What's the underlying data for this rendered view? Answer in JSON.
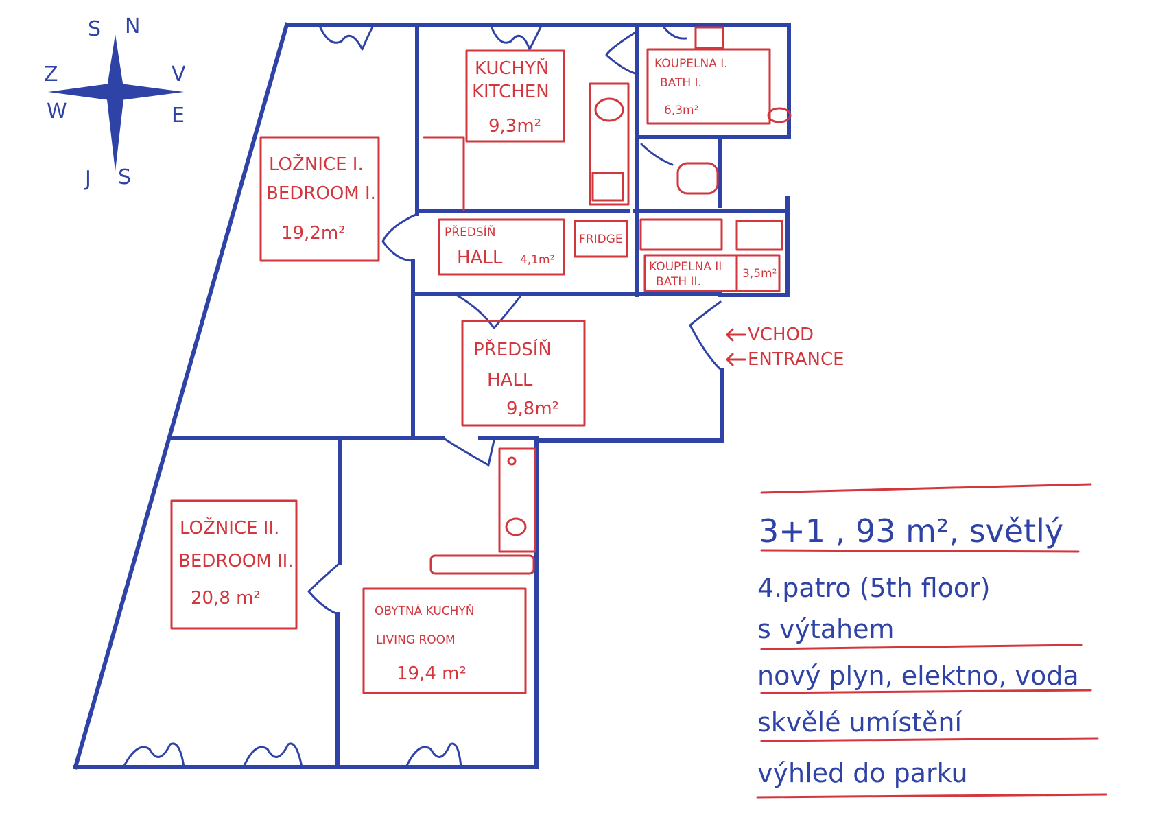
{
  "compass": {
    "north": [
      "S",
      "N"
    ],
    "west": [
      "Z",
      "W"
    ],
    "east": [
      "V",
      "E"
    ],
    "south": [
      "J",
      "S"
    ]
  },
  "rooms": {
    "bedroom1": {
      "line1": "LOŽNICE I.",
      "line2": "BEDROOM I.",
      "area": "19,2m²"
    },
    "kitchen": {
      "line1": "KUCHYŇ",
      "line2": "KITCHEN",
      "area": "9,3m²"
    },
    "bath1": {
      "line1": "KOUPELNA I.",
      "line2": "BATH I.",
      "area": "6,3m²"
    },
    "hall_small": {
      "line1": "PŘEDSÍŇ",
      "line2": "HALL",
      "area": "4,1m²"
    },
    "fridge": {
      "label": "FRIDGE"
    },
    "bath2": {
      "line1": "KOUPELNA II",
      "line2": "BATH II.",
      "area": "3,5m²"
    },
    "hall_big": {
      "line1": "PŘEDSÍŇ",
      "line2": "HALL",
      "area": "9,8m²"
    },
    "bedroom2": {
      "line1": "LOŽNICE II.",
      "line2": "BEDROOM II.",
      "area": "20,8 m²"
    },
    "living": {
      "line1": "OBYTNÁ KUCHYŇ",
      "line2": "LIVING ROOM",
      "area": "19,4 m²"
    }
  },
  "entrance": {
    "line1": "VCHOD",
    "line2": "ENTRANCE"
  },
  "notes": [
    "3+1 , 93 m², světlý",
    "4.patro (5th floor)",
    "s výtahem",
    "nový plyn, elektno, voda",
    "skvělé umístění",
    "výhled do parku"
  ],
  "colors": {
    "ink_blue": "#2f43a6",
    "ink_red": "#d2373e"
  }
}
